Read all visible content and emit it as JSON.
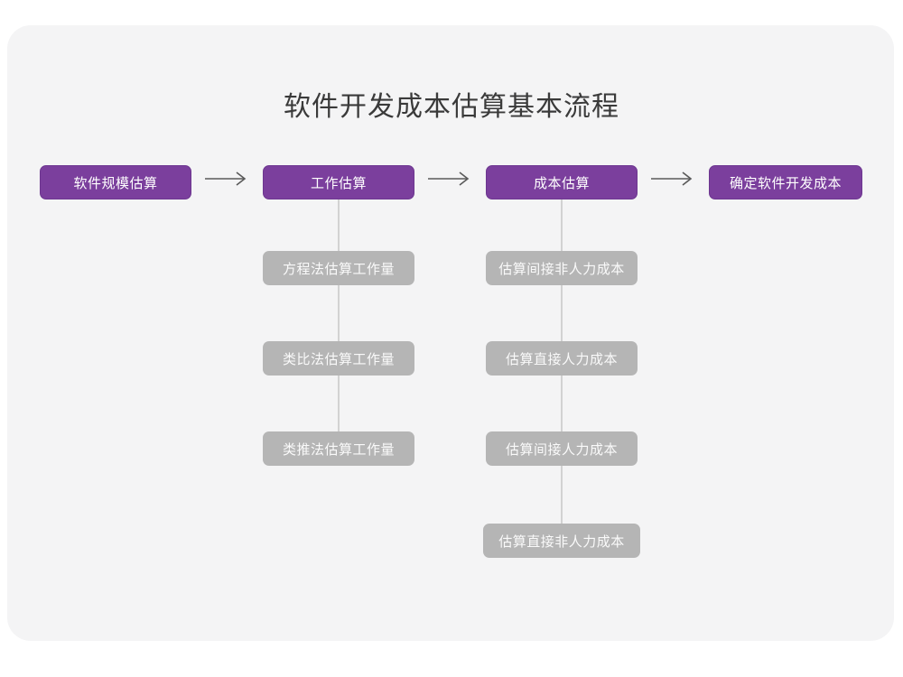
{
  "page": {
    "title": "软件开发成本估算基本流程",
    "background_color": "#ffffff",
    "card_color": "#f4f4f5",
    "accent_color": "#7b3f9d",
    "sub_color": "#b5b5b5"
  },
  "flow": {
    "arrow_symbol": "⟶",
    "stages": [
      {
        "label": "软件规模估算",
        "children": []
      },
      {
        "label": "工作估算",
        "children": [
          {
            "label": "方程法估算工作量"
          },
          {
            "label": "类比法估算工作量"
          },
          {
            "label": "类推法估算工作量"
          }
        ]
      },
      {
        "label": "成本估算",
        "children": [
          {
            "label": "估算间接非人力成本"
          },
          {
            "label": "估算直接人力成本"
          },
          {
            "label": "估算间接人力成本"
          },
          {
            "label": "估算直接非人力成本"
          }
        ]
      },
      {
        "label": "确定软件开发成本",
        "children": []
      }
    ]
  }
}
